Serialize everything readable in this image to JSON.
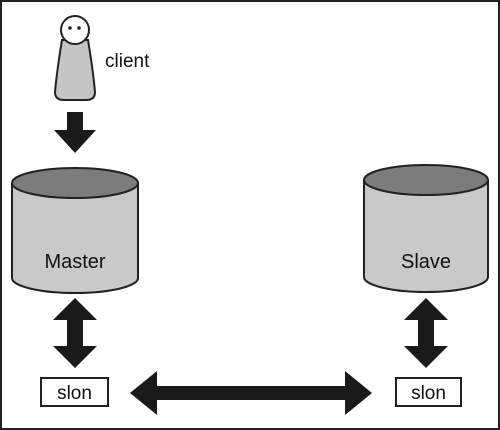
{
  "diagram": {
    "client_label": "client",
    "master_label": "Master",
    "slave_label": "Slave",
    "master_slon_label": "slon",
    "slave_slon_label": "slon"
  },
  "colors": {
    "background": "#ffffff",
    "border": "#222222",
    "cylinder_body": "#c9c9c9",
    "cylinder_top": "#7c7c7c",
    "arrow": "#1a1a1a",
    "text": "#111111"
  },
  "icons": {
    "client": "user-figure-icon",
    "database": "database-cylinder-icon"
  }
}
